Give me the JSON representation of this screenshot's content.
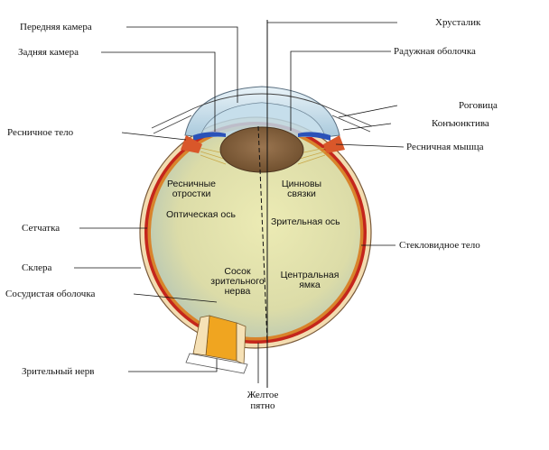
{
  "diagram": {
    "labels": {
      "anterior_chamber": "Передняя камера",
      "posterior_chamber": "Задняя камера",
      "ciliary_body": "Ресничное тело",
      "retina": "Сетчатка",
      "sclera": "Склера",
      "choroid": "Сосудистая оболочка",
      "optic_nerve": "Зрительный  нерв",
      "lens": "Хрусталик",
      "iris": "Радужная оболочка",
      "cornea": "Роговица",
      "conjunctiva": "Конъюнктива",
      "ciliary_muscle": "Ресничная мышца",
      "vitreous_body": "Стекловидное тело",
      "macula_line1": "Желтое",
      "macula_line2": "пятно",
      "ciliary_processes_line1": "Ресничные",
      "ciliary_processes_line2": "отростки",
      "zonule_line1": "Цинновы",
      "zonule_line2": "связки",
      "optical_axis": "Оптическая ось",
      "visual_axis": "Зрительная ось",
      "optic_disc_line1": "Сосок",
      "optic_disc_line2": "зрительного",
      "optic_disc_line3": "нерва",
      "fovea_line1": "Центральная",
      "fovea_line2": "ямка"
    },
    "colors": {
      "vitreous": "#e6e2a6",
      "retina": "#d8842c",
      "choroid": "#c4261c",
      "sclera": "#f3d9a8",
      "cornea": "#cfe4ee",
      "lens": "#86613c",
      "iris": "#2a52b8",
      "optic_nerve": "#f0a520"
    }
  }
}
